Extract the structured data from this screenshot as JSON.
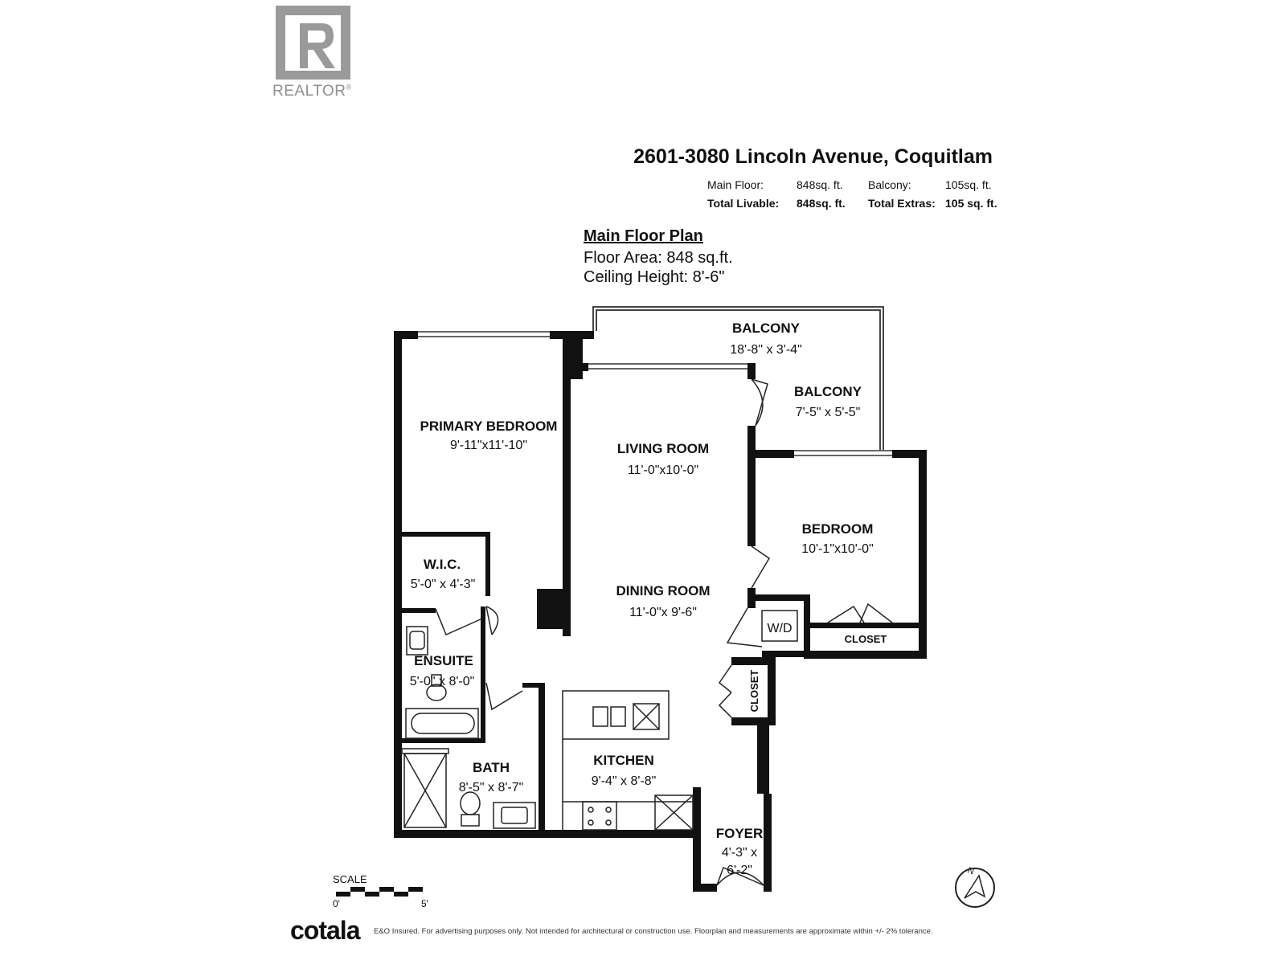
{
  "logo": {
    "text": "REALTOR",
    "mark": "®",
    "icon": "realtor-r-icon"
  },
  "header": {
    "address": "2601-3080 Lincoln Avenue, Coquitlam",
    "main_floor_label": "Main Floor:",
    "main_floor_value": "848sq. ft.",
    "balcony_label": "Balcony:",
    "balcony_value": "105sq. ft.",
    "total_livable_label": "Total Livable:",
    "total_livable_value": "848sq. ft.",
    "total_extras_label": "Total Extras:",
    "total_extras_value": "105 sq. ft."
  },
  "plan": {
    "title": "Main Floor Plan",
    "floor_area": "Floor Area: 848 sq.ft.",
    "ceiling_height": "Ceiling Height: 8'-6\""
  },
  "rooms": {
    "balcony_1": {
      "name": "BALCONY",
      "dim": "18'-8\" x 3'-4\""
    },
    "balcony_2": {
      "name": "BALCONY",
      "dim": "7'-5\" x 5'-5\""
    },
    "primary_bedroom": {
      "name": "PRIMARY BEDROOM",
      "dim": "9'-11\"x11'-10\""
    },
    "living_room": {
      "name": "LIVING ROOM",
      "dim": "11'-0\"x10'-0\""
    },
    "bedroom": {
      "name": "BEDROOM",
      "dim": "10'-1\"x10'-0\""
    },
    "wic": {
      "name": "W.I.C.",
      "dim": "5'-0\" x 4'-3\""
    },
    "dining_room": {
      "name": "DINING ROOM",
      "dim": "11'-0\"x 9'-6\""
    },
    "ensuite": {
      "name": "ENSUITE",
      "dim": "5'-0\" x 8'-0\""
    },
    "bath": {
      "name": "BATH",
      "dim": "8'-5\" x 8'-7\""
    },
    "kitchen": {
      "name": "KITCHEN",
      "dim": "9'-4\" x 8'-8\""
    },
    "foyer": {
      "name": "FOYER",
      "dim1": "4'-3\" x",
      "dim2": "6'-2\""
    },
    "wd": {
      "name": "W/D"
    },
    "closet_bedroom": {
      "name": "CLOSET"
    },
    "closet_hall": {
      "name": "CLOSET"
    }
  },
  "scale": {
    "label": "SCALE",
    "start": "0'",
    "end": "5'"
  },
  "compass": {
    "letter": "N",
    "icon": "north-arrow-icon"
  },
  "footer": {
    "brand": "cotala",
    "disclaimer": "E&O Insured. For advertising purposes only. Not intended for architectural or construction use. Floorplan and measurements are approximate within +/- 2% tolerance."
  }
}
